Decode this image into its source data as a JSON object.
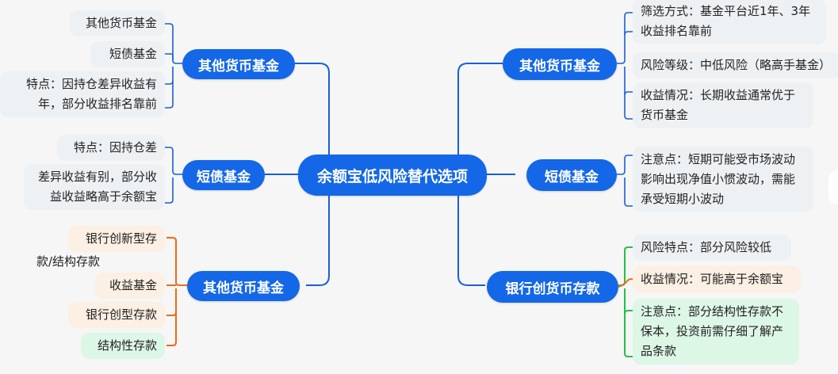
{
  "colors": {
    "node_fill": "#1467e6",
    "link_blue": "#1a5fd6",
    "link_orange": "#f06a12",
    "link_green": "#23c149",
    "leaf_gray": "#eef1f4",
    "leaf_orange": "#fcefe3",
    "leaf_green": "#ddf7e7"
  },
  "root": {
    "label": "余额宝低风险替代选项"
  },
  "left": [
    {
      "label": "其他货币基金",
      "children": [
        {
          "label": "其他货币基金"
        },
        {
          "label": "短债基金"
        },
        {
          "label": "特点：因持仓差异收益有年，部分收益排名靠前",
          "lines": [
            "特点：因持仓差异收益有",
            "年，部分收益排名靠前"
          ]
        }
      ]
    },
    {
      "label": "短债基金",
      "children": [
        {
          "label": "特点：因持仓差"
        },
        {
          "label": "差异收益有别，部分收益收益略高于余额宝",
          "lines": [
            "差异收益有别，部分收",
            "益收益略高于余额宝"
          ]
        }
      ]
    },
    {
      "label": "其他货币基金",
      "children": [
        {
          "label": "银行创新型存"
        },
        {
          "label": "款/结构存款"
        },
        {
          "label": "收益基金"
        },
        {
          "label": "银行创型存款"
        },
        {
          "label": "结构性存款"
        }
      ]
    }
  ],
  "right": [
    {
      "label": "其他货币基金",
      "children": [
        {
          "label": "筛选方式：基金平台近1年、3年收益排名靠前",
          "lines": [
            "筛选方式：基金平台近1年、3年",
            "收益排名靠前"
          ]
        },
        {
          "label": "风险等级：中低风险（略高手基金）"
        },
        {
          "label": "收益情况：长期收益通常优于货币基金",
          "lines": [
            "收益情况：长期收益通常优于",
            "货币基金"
          ]
        }
      ]
    },
    {
      "label": "短债基金",
      "children": [
        {
          "label": "注意点：短期可能受市场波动影响出现净值小惯波动，需能承受短期小波动",
          "lines": [
            "注意点：短期可能受市场波动",
            "影响出现净值小惯波动，需能",
            "承受短期小波动"
          ]
        }
      ]
    },
    {
      "label": "银行创货币存款",
      "children": [
        {
          "label": "风险特点：部分风险较低"
        },
        {
          "label": "收益情况：可能高于余额宝"
        },
        {
          "label": "注意点：部分结构性存款不保本，投资前需仔细了解产品条款",
          "lines": [
            "注意点：部分结构性存款不",
            "保本，投资前需仔细了解产",
            "品条款"
          ]
        }
      ]
    }
  ]
}
